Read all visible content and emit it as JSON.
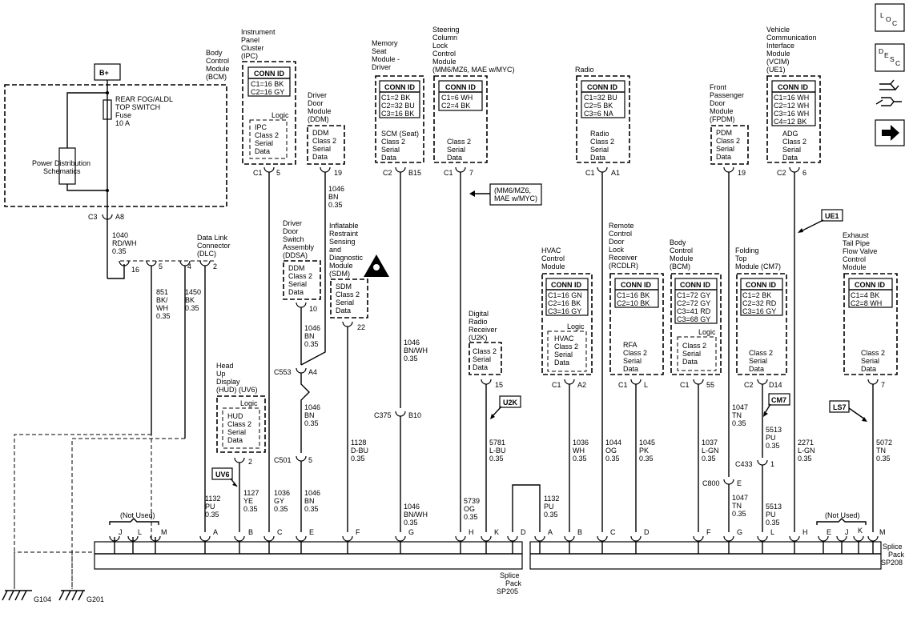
{
  "top_right_buttons": {
    "loc": "LOC",
    "desc": "DESC",
    "nav_icon": "wiring-nav-icon",
    "next_icon": "arrow-right-icon"
  },
  "power": {
    "b_plus": "B+",
    "fuse_title": "REAR FOG/ALDL",
    "fuse_title2": "TOP SWITCH",
    "fuse_label": "Fuse",
    "fuse_rating": "10 A",
    "pds_line1": "Power Distribution",
    "pds_line2": "Schematics",
    "bcm_line1": "Body",
    "bcm_line2": "Control",
    "bcm_line3": "Module",
    "bcm_line4": "(BCM)",
    "c3": "C3",
    "a8": "A8",
    "wire1": "1040",
    "wire2": "RD/WH",
    "wire3": "0.35"
  },
  "dlc": {
    "line1": "Data Link",
    "line2": "Connector",
    "line3": "(DLC)",
    "pin16": "16",
    "pin5": "5",
    "pin4": "4",
    "pin2": "2",
    "w1a": "851",
    "w1b": "BK/",
    "w1c": "WH",
    "w1d": "0.35",
    "w2a": "1450",
    "w2b": "BK",
    "w2c": "0.35"
  },
  "ipc": {
    "t1": "Instrument",
    "t2": "Panel",
    "t3": "Cluster",
    "t4": "(IPC)",
    "conn": "CONN ID",
    "c1": "C1=16 BK",
    "c2": "C2=16 GY",
    "logic": "Logic",
    "m1": "IPC",
    "m2": "Class 2",
    "m3": "Serial",
    "m4": "Data",
    "pin_c": "C1",
    "pin_n": "5"
  },
  "ddm": {
    "t1": "Driver",
    "t2": "Door",
    "t3": "Module",
    "t4": "(DDM)",
    "m1": "DDM",
    "m2": "Class 2",
    "m3": "Serial",
    "m4": "Data",
    "pin": "19",
    "wa": "1046",
    "wb": "BN",
    "wc": "0.35"
  },
  "ddsa": {
    "t1": "Driver",
    "t2": "Door",
    "t3": "Switch",
    "t4": "Assembly",
    "t5": "(DDSA)",
    "m1": "DDM",
    "m2": "Class 2",
    "m3": "Serial",
    "m4": "Data",
    "pin": "10",
    "wa": "1046",
    "wb": "BN",
    "wc": "0.35",
    "c553": "C553",
    "a4": "A4",
    "wa2": "1046",
    "wb2": "BN",
    "wc2": "0.35",
    "c501": "C501",
    "p5": "5",
    "wa3": "1046",
    "wb3": "BN",
    "wc3": "0.35"
  },
  "sdm": {
    "t1": "Inflatable",
    "t2": "Restraint",
    "t3": "Sensing",
    "t4": "and",
    "t5": "Diagnostic",
    "t6": "Module",
    "t7": "(SDM)",
    "m1": "SDM",
    "m2": "Class 2",
    "m3": "Serial",
    "m4": "Data",
    "pin": "22",
    "wa": "1128",
    "wb": "D-BU",
    "wc": "0.35"
  },
  "hud": {
    "t1": "Head",
    "t2": "Up",
    "t3": "Display",
    "t4": "(HUD) (UV6)",
    "logic": "Logic",
    "m1": "HUD",
    "m2": "Class 2",
    "m3": "Serial",
    "m4": "Data",
    "pin": "2",
    "tag": "UV6",
    "wa": "1127",
    "wb": "YE",
    "wc": "0.35"
  },
  "msm": {
    "t1": "Memory",
    "t2": "Seat",
    "t3": "Module -",
    "t4": "Driver",
    "conn": "CONN ID",
    "c1": "C1=2 BK",
    "c2": "C2=32 BU",
    "c3": "C3=16 BK",
    "m1": "SCM (Seat)",
    "m2": "Class 2",
    "m3": "Serial",
    "m4": "Data",
    "pin_c": "C2",
    "pin_n": "B15",
    "wa": "1046",
    "wb": "BN/WH",
    "wc": "0.35",
    "c375": "C375",
    "b10": "B10",
    "wa2": "1046",
    "wb2": "BN/WH",
    "wc2": "0.35"
  },
  "sccm": {
    "t1": "Steering",
    "t2": "Column",
    "t3": "Lock",
    "t4": "Control",
    "t5": "Module",
    "t6": "(MM6/MZ6, MAE w/MYC)",
    "conn": "CONN ID",
    "c1": "C1=6 WH",
    "c2": "C2=4 BK",
    "m1": "Class 2",
    "m2": "Serial",
    "m3": "Data",
    "pin_c": "C1",
    "pin_n": "7",
    "tag1": "(MM6/MZ6,",
    "tag2": "MAE w/MYC)",
    "wa": "5739",
    "wb": "OG",
    "wc": "0.35"
  },
  "drr": {
    "t1": "Digital",
    "t2": "Radio",
    "t3": "Receiver",
    "t4": "(U2K)",
    "m1": "Class 2",
    "m2": "Serial",
    "m3": "Data",
    "pin": "15",
    "tag": "U2K",
    "wa": "5781",
    "wb": "L-BU",
    "wc": "0.35"
  },
  "radio": {
    "t1": "Radio",
    "conn": "CONN ID",
    "c1": "C1=32 BU",
    "c2": "C2=5 BK",
    "c3": "C3=6 NA",
    "m1": "Radio",
    "m2": "Class 2",
    "m3": "Serial",
    "m4": "Data",
    "pin_c": "C1",
    "pin_n": "A1"
  },
  "hvac": {
    "t1": "HVAC",
    "t2": "Control",
    "t3": "Module",
    "conn": "CONN ID",
    "c1": "C1=16 GN",
    "c2": "C2=16 BK",
    "c3": "C3=16 GY",
    "logic": "Logic",
    "m1": "HVAC",
    "m2": "Class 2",
    "m3": "Serial",
    "m4": "Data",
    "pin_c": "C1",
    "pin_n": "A2",
    "wa": "1036",
    "wb": "WH",
    "wc": "0.35"
  },
  "rcdlr": {
    "t1": "Remote",
    "t2": "Control",
    "t3": "Door",
    "t4": "Lock",
    "t5": "Receiver",
    "t6": "(RCDLR)",
    "conn": "CONN ID",
    "c1": "C1=16 BK",
    "c2": "C2=10 BK",
    "m1": "RFA",
    "m2": "Class 2",
    "m3": "Serial",
    "m4": "Data",
    "pin_c": "C1",
    "pin_n": "L",
    "wa": "1044",
    "wb": "OG",
    "wc": "0.35",
    "wa2": "1045",
    "wb2": "PK",
    "wc2": "0.35"
  },
  "bcm2": {
    "t1": "Body",
    "t2": "Control",
    "t3": "Module",
    "t4": "(BCM)",
    "conn": "CONN ID",
    "c1": "C1=72 GY",
    "c2": "C2=72 GY",
    "c3": "C3=41 RD",
    "c4": "C3=68 GY",
    "logic": "Logic",
    "m1": "Class 2",
    "m2": "Serial",
    "m3": "Data",
    "pin_c": "C1",
    "pin_n": "55",
    "wa": "1037",
    "wb": "L-GN",
    "wc": "0.35"
  },
  "fpdm": {
    "t1": "Front",
    "t2": "Passenger",
    "t3": "Door",
    "t4": "Module",
    "t5": "(FPDM)",
    "m1": "PDM",
    "m2": "Class 2",
    "m3": "Serial",
    "m4": "Data",
    "pin": "19"
  },
  "ftm": {
    "t1": "Folding",
    "t2": "Top",
    "t3": "Module (CM7)",
    "conn": "CONN ID",
    "c1": "C1=2 BK",
    "c2": "C2=32 RD",
    "c3": "C3=16 GY",
    "m1": "Class 2",
    "m2": "Serial",
    "m3": "Data",
    "pin_c": "C2",
    "pin_n": "D14",
    "tag": "CM7",
    "wa": "1047",
    "wb": "TN",
    "wc": "0.35",
    "wa2": "5513",
    "wb2": "PU",
    "wc2": "0.35",
    "c433": "C433",
    "p1": "1",
    "c800": "C800",
    "e": "E",
    "wa3": "1047",
    "wb3": "TN",
    "wc3": "0.35",
    "wa4": "5513",
    "wb4": "PU",
    "wc4": "0.35"
  },
  "vcim": {
    "t1": "Vehicle",
    "t2": "Communication",
    "t3": "Interface",
    "t4": "Module",
    "t5": "(VCIM)",
    "t6": "(UE1)",
    "conn": "CONN ID",
    "c1": "C1=16 WH",
    "c2": "C2=12 WH",
    "c3": "C3=16 WH",
    "c4": "C4=12 BK",
    "m1": "ADG",
    "m2": "Class 2",
    "m3": "Serial",
    "m4": "Data",
    "pin_c": "C2",
    "pin_n": "6",
    "tag": "UE1",
    "wa": "2271",
    "wb": "L-GN",
    "wc": "0.35"
  },
  "etpfv": {
    "t1": "Exhaust",
    "t2": "Tail Pipe",
    "t3": "Flow Valve",
    "t4": "Control",
    "t5": "Module",
    "conn": "CONN ID",
    "c1": "C1=4 BK",
    "c2": "C2=8 WH",
    "m1": "Class 2",
    "m2": "Serial",
    "m3": "Data",
    "pin": "7",
    "tag": "LS7",
    "wa": "5072",
    "wb": "TN",
    "wc": "0.35"
  },
  "left_bus": {
    "wire_a1": "1132",
    "wire_a2": "PU",
    "wire_a3": "0.35",
    "wire_c1": "1036",
    "wire_c2": "GY",
    "wire_c3": "0.35",
    "not_used": "(Not Used)",
    "pins": [
      "J",
      "L",
      "M",
      "A",
      "B",
      "C",
      "E",
      "F",
      "G",
      "H",
      "K",
      "D"
    ],
    "sp_line1": "Splice",
    "sp_line2": "Pack",
    "sp_line3": "SP205"
  },
  "right_bus": {
    "wire_a1": "1132",
    "wire_a2": "PU",
    "wire_a3": "0.35",
    "not_used": "(Not Used)",
    "pins": [
      "A",
      "B",
      "C",
      "D",
      "F",
      "G",
      "L",
      "H",
      "E",
      "J",
      "K",
      "M"
    ],
    "sp_line1": "Splice",
    "sp_line2": "Pack",
    "sp_line3": "SP208"
  },
  "grounds": {
    "g104": "G104",
    "g201": "G201"
  }
}
